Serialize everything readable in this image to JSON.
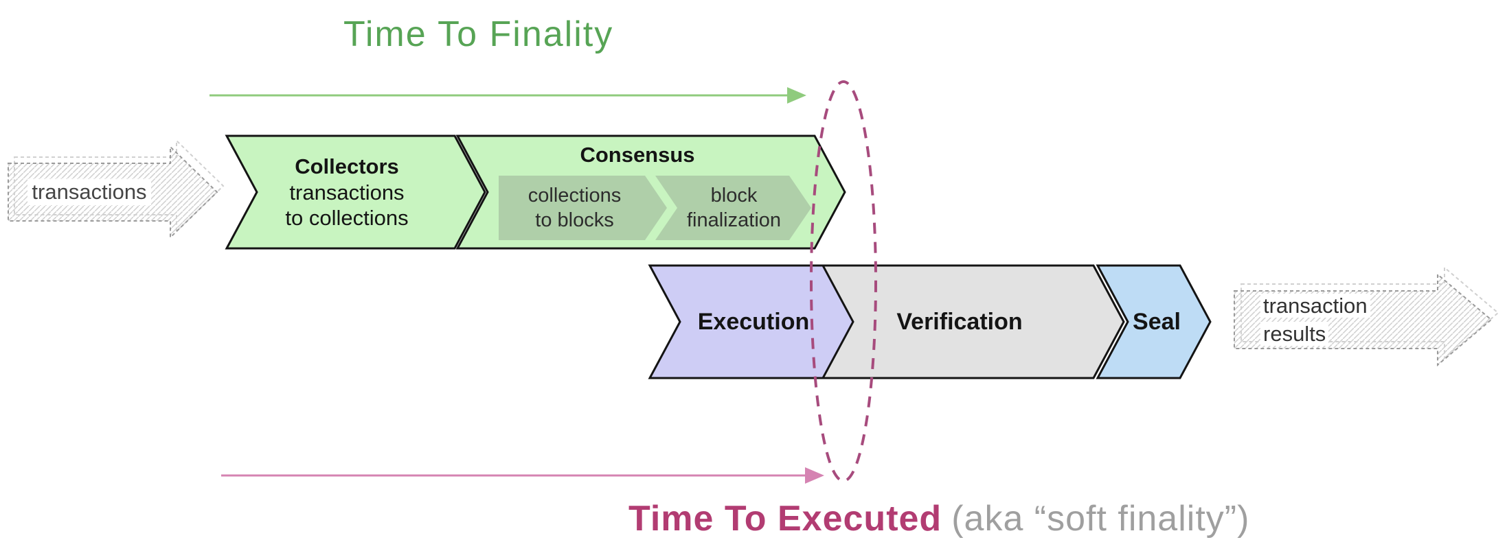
{
  "timeline_top": {
    "label": "Time To Finality"
  },
  "timeline_bottom": {
    "label": "Time To Executed",
    "suffix": "(aka “soft finality”)"
  },
  "input_arrow": {
    "label": "transactions"
  },
  "output_arrow": {
    "line1": "transaction",
    "line2": "results"
  },
  "stages": {
    "collectors": {
      "title": "Collectors",
      "line1": "transactions",
      "line2": "to collections"
    },
    "consensus": {
      "title": "Consensus",
      "sub1": {
        "line1": "collections",
        "line2": "to blocks"
      },
      "sub2": {
        "line1": "block",
        "line2": "finalization"
      }
    },
    "execution": {
      "title": "Execution"
    },
    "verification": {
      "title": "Verification"
    },
    "seal": {
      "title": "Seal"
    }
  },
  "colors": {
    "finality_green": "#57a455",
    "executed_magenta": "#b23c72",
    "suffix_gray": "#9f9f9f",
    "green_arrow": "#8fcb7d",
    "pink_arrow": "#d583b2",
    "ellipse_stroke": "#a74b7d",
    "collectors_fill": "#c8f4c0",
    "consensus_fill": "#c8f4c0",
    "sub_chevron_fill": "rgba(110,110,110,0.28)",
    "execution_fill": "#cecdf5",
    "verification_fill": "#e2e2e2",
    "seal_fill": "#bedcf5",
    "chevron_stroke": "#141414"
  }
}
